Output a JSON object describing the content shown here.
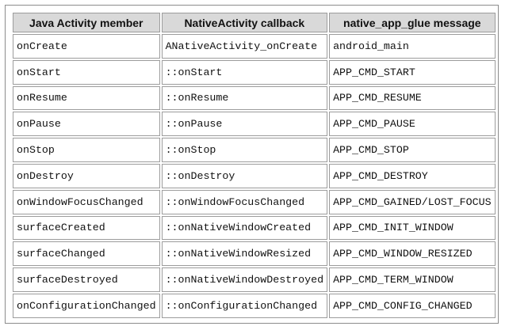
{
  "table": {
    "headers": [
      "Java Activity member",
      "NativeActivity callback",
      "native_app_glue message"
    ],
    "rows": [
      [
        "onCreate",
        "ANativeActivity_onCreate",
        "android_main"
      ],
      [
        "onStart",
        "::onStart",
        "APP_CMD_START"
      ],
      [
        "onResume",
        "::onResume",
        "APP_CMD_RESUME"
      ],
      [
        "onPause",
        "::onPause",
        "APP_CMD_PAUSE"
      ],
      [
        "onStop",
        "::onStop",
        "APP_CMD_STOP"
      ],
      [
        "onDestroy",
        "::onDestroy",
        "APP_CMD_DESTROY"
      ],
      [
        "onWindowFocusChanged",
        "::onWindowFocusChanged",
        "APP_CMD_GAINED/LOST_FOCUS"
      ],
      [
        "surfaceCreated",
        "::onNativeWindowCreated",
        "APP_CMD_INIT_WINDOW"
      ],
      [
        "surfaceChanged",
        "::onNativeWindowResized",
        "APP_CMD_WINDOW_RESIZED"
      ],
      [
        "surfaceDestroyed",
        "::onNativeWindowDestroyed",
        "APP_CMD_TERM_WINDOW"
      ],
      [
        "onConfigurationChanged",
        "::onConfigurationChanged",
        "APP_CMD_CONFIG_CHANGED"
      ]
    ]
  }
}
